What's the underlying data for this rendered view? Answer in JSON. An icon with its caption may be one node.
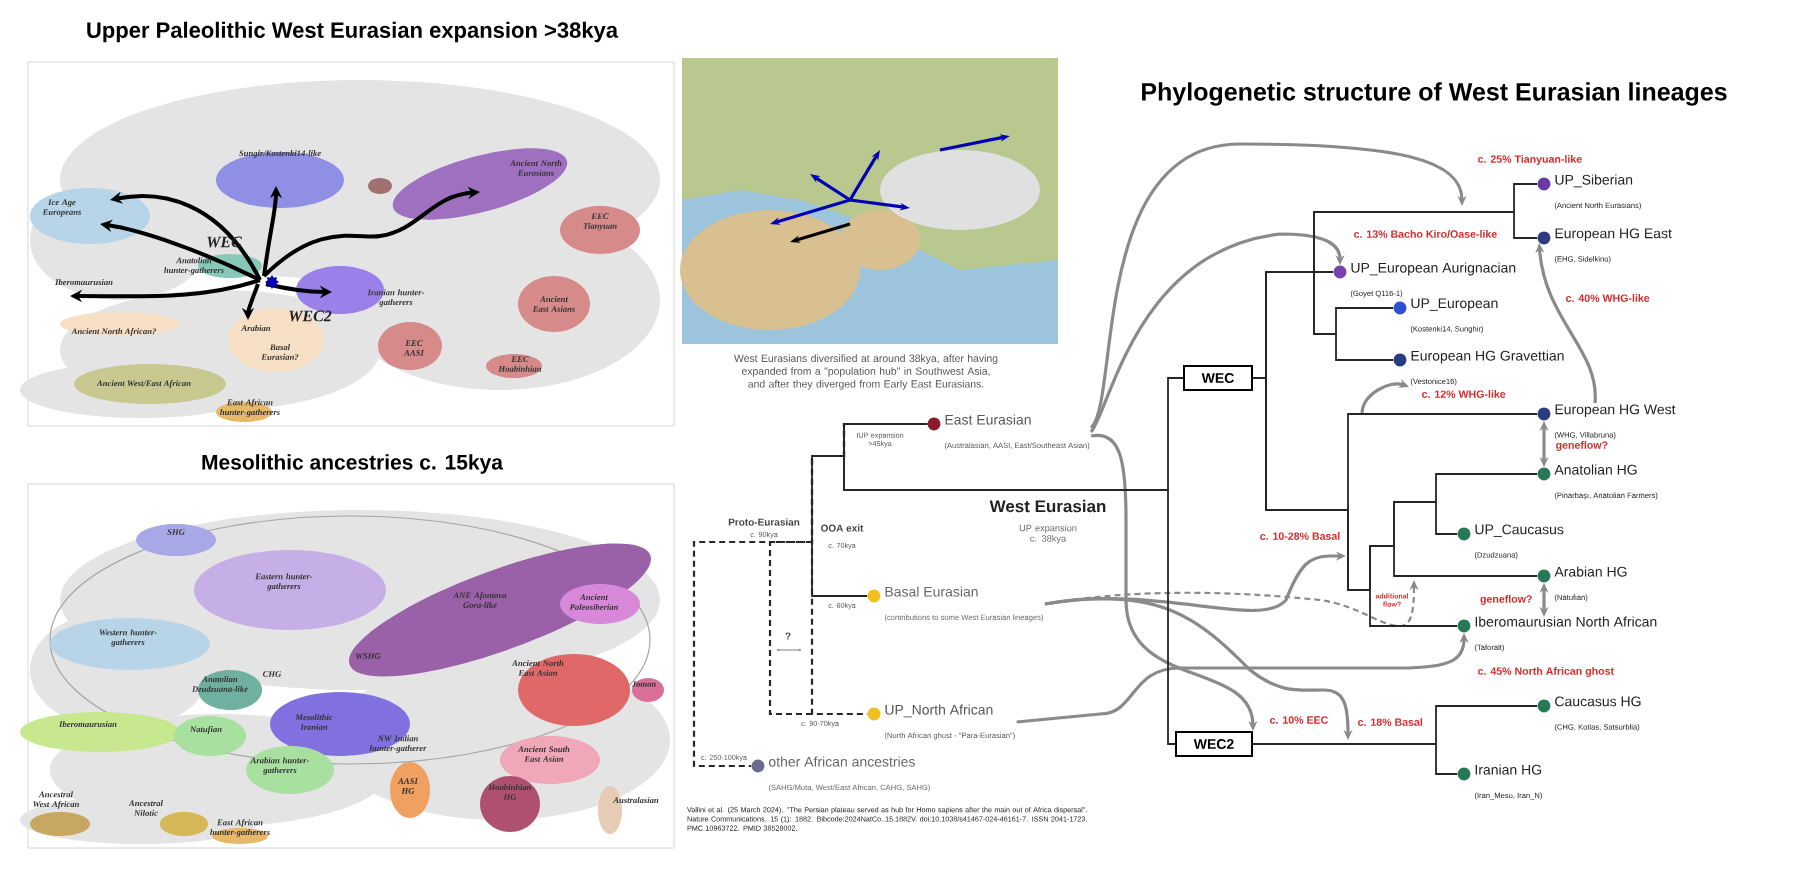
{
  "diagram": {
    "title": "Phylogenetic structure of West Eurasian lineages",
    "nodes": [
      {
        "text": [
          "East Eurasian",
          "(Australasian, AASI, East/Southeast Asian)"
        ]
      },
      {
        "text": [
          "Basal Eurasian",
          "(contributions to some West Eurasian lineages)"
        ]
      },
      {
        "text": [
          "UP_North African",
          "(North African ghost - \"Para-Eurasian\")"
        ]
      },
      {
        "text": [
          "other African ancestries",
          "(SAHG/Mota, West/East African, CAHG, SAHG)"
        ]
      },
      {
        "text": [
          "UP_Siberian",
          "(Ancient North Eurasians)"
        ]
      },
      {
        "text": [
          "European HG East",
          "(EHG, Sidelkino)"
        ]
      },
      {
        "text": [
          "UP_European Aurignacian",
          "(Goyet Q116-1)"
        ]
      },
      {
        "text": [
          "UP_European",
          "(Kostenki14, Sunghir)"
        ]
      },
      {
        "text": [
          "European HG Gravettian",
          "(Vestonice16)"
        ]
      },
      {
        "text": [
          "WEC"
        ]
      },
      {
        "text": [
          "European HG West",
          "(WHG, Villabruna)"
        ]
      },
      {
        "text": [
          "Anatolian HG",
          "(Pinarbaşı, Anatolian Farmers)"
        ]
      },
      {
        "text": [
          "UP_Caucasus",
          "(Dzudzuana)"
        ]
      },
      {
        "text": [
          "Arabian HG",
          "(Natufian)"
        ]
      },
      {
        "text": [
          "Iberomaurusian North African",
          "(Taforalt)"
        ]
      },
      {
        "text": [
          "WEC2"
        ]
      },
      {
        "text": [
          "Caucasus HG",
          "(CHG, Kotias, Satsurblia)"
        ]
      },
      {
        "text": [
          "Iranian HG",
          "(Iran_Meso, Iran_N)"
        ]
      }
    ],
    "edges": [
      {
        "from": 0,
        "to": null,
        "arrow": "to",
        "label": "c. 25% Tianyuan-like",
        "color": "#8a8a8a"
      },
      {
        "from": 0,
        "to": 6,
        "arrow": "to",
        "label": "c. 13% Bacho Kiro/Oase-like",
        "color": "#8a8a8a"
      },
      {
        "from": 10,
        "to": 5,
        "arrow": "to",
        "label": "c. 40% WHG-like",
        "color": "#8a8a8a"
      },
      {
        "from": null,
        "to": 8,
        "arrow": "to",
        "label": "c. 12% WHG-like",
        "color": "#8a8a8a"
      },
      {
        "from": 10,
        "to": 11,
        "arrow": "both",
        "label": "geneflow?",
        "color": "#8a8a8a"
      },
      {
        "from": 13,
        "to": 14,
        "arrow": "both",
        "label": "geneflow?",
        "color": "#8a8a8a"
      },
      {
        "from": 1,
        "to": null,
        "arrow": "to",
        "label": "c. 10-28% Basal",
        "color": "#8a8a8a"
      },
      {
        "from": 1,
        "to": null,
        "arrow": "to",
        "label": "additional flow?",
        "style": "dashed",
        "color": "#8a8a8a"
      },
      {
        "from": 2,
        "to": 14,
        "arrow": "to",
        "label": "c. 45% North African ghost",
        "color": "#8a8a8a"
      },
      {
        "from": 0,
        "to": 15,
        "arrow": "to",
        "label": "c. 10% EEC",
        "color": "#8a8a8a"
      },
      {
        "from": 1,
        "to": null,
        "arrow": "to",
        "label": "c. 18% Basal",
        "color": "#8a8a8a"
      },
      {
        "from": 0,
        "to": 1,
        "arrow": "none"
      },
      {
        "from": 0,
        "to": 2,
        "arrow": "none",
        "style": "dashed"
      },
      {
        "from": 0,
        "to": 3,
        "arrow": "none",
        "style": "dashed"
      },
      {
        "from": 0,
        "to": 9,
        "arrow": "none"
      },
      {
        "from": 0,
        "to": 15,
        "arrow": "none"
      },
      {
        "from": 9,
        "to": 6,
        "arrow": "none"
      },
      {
        "from": 9,
        "to": 4,
        "arrow": "none"
      },
      {
        "from": 9,
        "to": 5,
        "arrow": "none"
      },
      {
        "from": 9,
        "to": 7,
        "arrow": "none"
      },
      {
        "from": 9,
        "to": 8,
        "arrow": "none"
      },
      {
        "from": 9,
        "to": 10,
        "arrow": "none"
      },
      {
        "from": 9,
        "to": 11,
        "arrow": "none"
      },
      {
        "from": 9,
        "to": 12,
        "arrow": "none"
      },
      {
        "from": 9,
        "to": 13,
        "arrow": "none"
      },
      {
        "from": 9,
        "to": 14,
        "arrow": "none"
      },
      {
        "from": 15,
        "to": 16,
        "arrow": "none"
      },
      {
        "from": 15,
        "to": 17,
        "arrow": "none"
      }
    ],
    "labels": [
      "Upper Paleolithic West Eurasian expansion >38kya",
      "Sungir/Kostenki14-like",
      "Ice Age Europeans",
      "WEC",
      "Anatolian hunter-gatherers",
      "Iberomaurusian",
      "Iranian hunter-gatherers",
      "WEC2",
      "Arabian",
      "Basal Eurasian?",
      "Ancient North African?",
      "Ancient West/East African",
      "East African hunter-gatherers",
      "Ancient North Eurasians",
      "EEC Tianyuan",
      "Ancient East Asians",
      "EEC AASI",
      "EEC Hoabinhian",
      "Mesolithic ancestries c. 15kya",
      "SHG",
      "Eastern hunter-gatherers",
      "Western hunter-gatherers",
      "ANE Afontova Gora-like",
      "Ancient Paleosiberian",
      "WSHG",
      "CHG",
      "Anatolian Dzudzuana-like",
      "Ancient North East Asian",
      "Jomon",
      "Iberomaurusian",
      "Natufian",
      "Mesolithic Iranian",
      "NW Indian hunter-gatherer",
      "Ancient South East Asian",
      "Arabian hunter-gatherers",
      "AASI HG",
      "Hoabinhian HG",
      "Australasian",
      "Ancestral West African",
      "Ancestral Nilotic",
      "East African hunter-gatherers",
      "West Eurasians diversified at around 38kya, after having expanded from a \"population hub\" in Southwest Asia, and after they diverged from Early East Eurasians.",
      "IUP expansion >45kya",
      "Proto-Eurasian",
      "c. 90kya",
      "OOA exit",
      "c. 70kya",
      "c. 60kya",
      "?",
      "c. 90-70kya",
      "c. 250-100kya",
      "West Eurasian",
      "UP expansion c. 38kya",
      "Vallini et al. (25 March 2024). \"The Persian plateau served as hub for Homo sapiens after the main out of Africa dispersal\". Nature Communications. 15 (1): 1882. Bibcode:2024NatCo..15.1882V. doi:10.1038/s41467-024-46161-7. ISSN 2041-1723. PMC 10963722. PMID 38528002."
    ]
  }
}
